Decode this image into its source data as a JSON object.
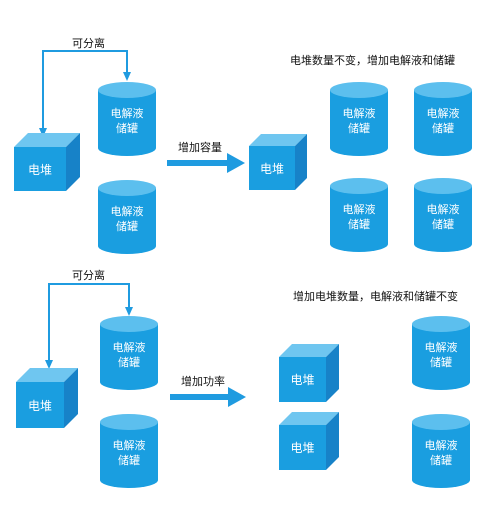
{
  "top": {
    "separable_label": "可分离",
    "stack_label": "电堆",
    "tank_lines": [
      "电解液",
      "储罐"
    ],
    "arrow_label": "增加容量",
    "result_title": "电堆数量不变，增加电解液和储罐"
  },
  "bottom": {
    "separable_label": "可分离",
    "stack_label": "电堆",
    "tank_lines": [
      "电解液",
      "储罐"
    ],
    "arrow_label": "增加功率",
    "result_title": "增加电堆数量，电解液和储罐不变"
  },
  "colors": {
    "face": "#1a9ee0",
    "top_face": "#6fc6f0",
    "side_face": "#1782c8",
    "connector": "#1f9be0"
  }
}
